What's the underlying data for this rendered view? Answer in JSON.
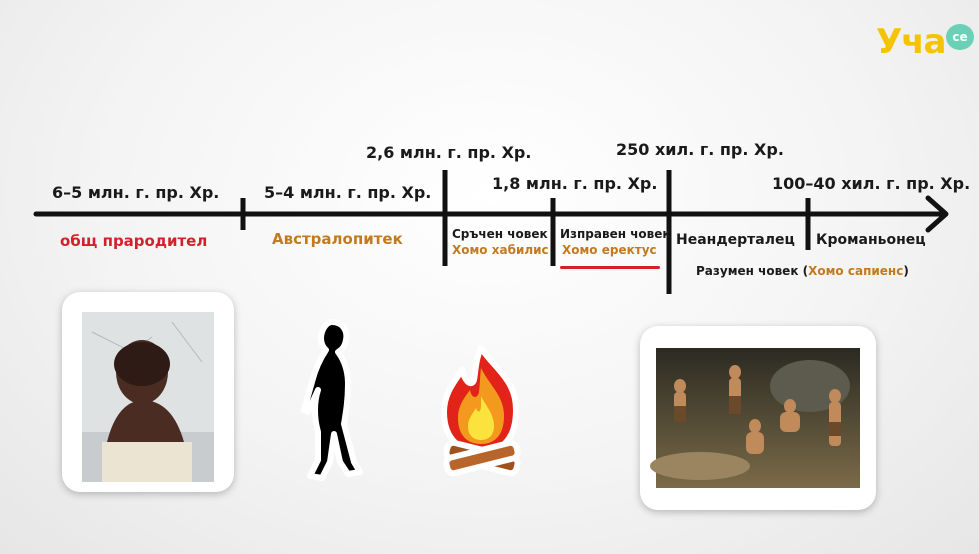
{
  "logo": {
    "text": "Уча",
    "badge": "се"
  },
  "timeline": {
    "dates": {
      "d1": "6–5 млн. г. пр. Хр.",
      "d2": "5–4 млн. г. пр. Хр.",
      "d3": "2,6 млн. г. пр. Хр.",
      "d4": "1,8 млн. г. пр. Хр.",
      "d5": "250 хил. г. пр. Хр.",
      "d6": "100–40 хил. г. пр. Хр."
    },
    "labels": {
      "common_ancestor": "общ прародител",
      "australopithecus": "Австралопитек",
      "handy_man": "Сръчен човек",
      "homo_habilis": "Хомо хабилис",
      "upright_man": "Изправен човек",
      "homo_erectus": "Хомо еректус",
      "neanderthal": "Неандерталец",
      "cro_magnon": "Кроманьонец",
      "wise_man": "Разумен човек (",
      "homo_sapiens": "Хомо сапиенс",
      "wise_close": ")"
    }
  },
  "images": {
    "ancestor": "bust-of-early-human",
    "australopithecus": "walking-hominid-silhouette",
    "fire": "campfire-icon",
    "cave": "cave-people-scene"
  },
  "colors": {
    "red": "#d4202a",
    "orange": "#c47a1c",
    "logo": "#f5c400",
    "logo_badge": "#6ad1b8"
  }
}
